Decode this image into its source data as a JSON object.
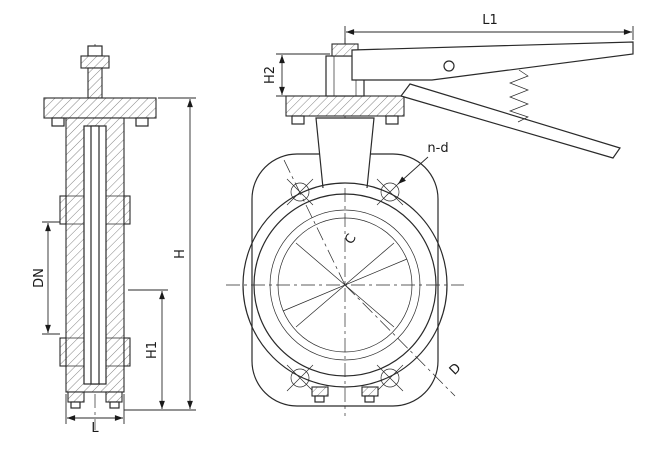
{
  "figure": {
    "type": "technical-drawing",
    "labels": {
      "L1": "L1",
      "H2": "H2",
      "n_d": "n-d",
      "C": "C",
      "D": "D",
      "DN": "DN",
      "H": "H",
      "H1": "H1",
      "L": "L"
    },
    "colors": {
      "line": "#2a2a2a",
      "background": "#ffffff"
    }
  }
}
